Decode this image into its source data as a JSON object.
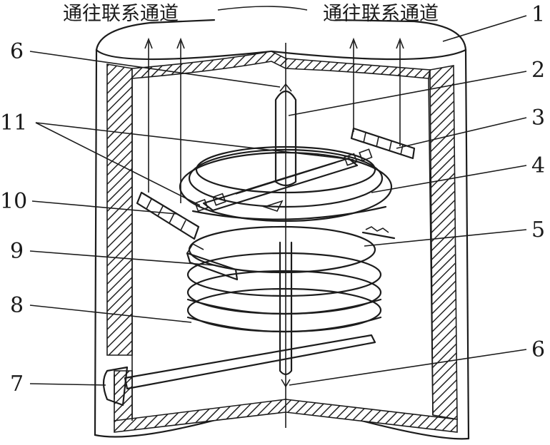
{
  "header": {
    "left_channel": "通往联系通道",
    "right_channel": "通往联系通道"
  },
  "labels": {
    "l1": "1",
    "l2": "2",
    "l3": "3",
    "l4": "4",
    "l5": "5",
    "l6_top": "6",
    "l6_bottom": "6",
    "l7": "7",
    "l8": "8",
    "l9": "9",
    "l10": "10",
    "l11": "11"
  }
}
